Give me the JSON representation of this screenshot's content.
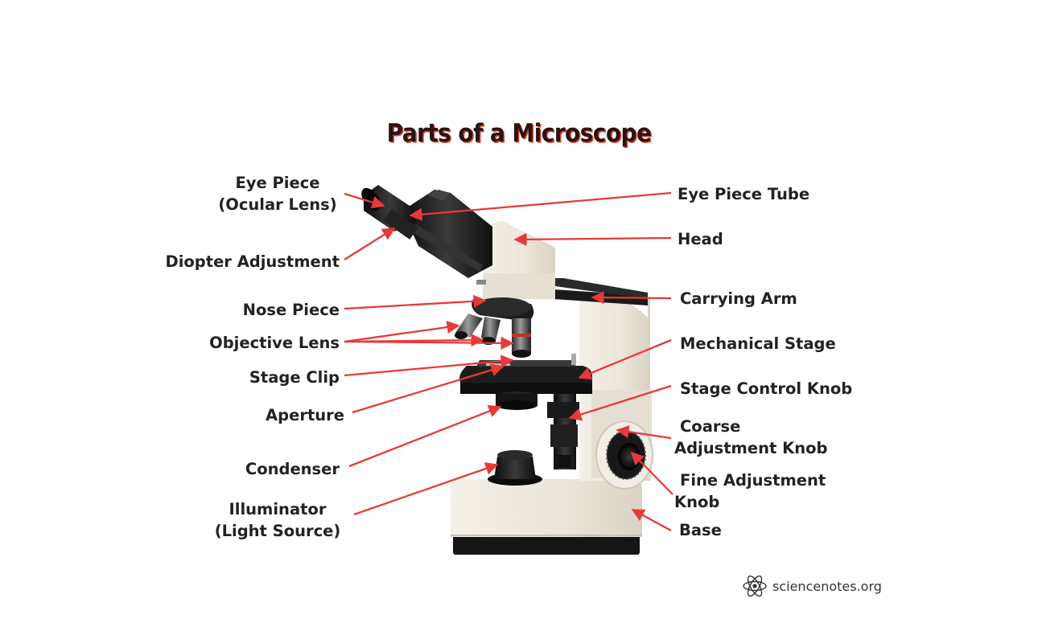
{
  "title": "Parts of a Microscope",
  "labels": {
    "eye_piece_line1": "Eye Piece",
    "eye_piece_line2": "(Ocular Lens)",
    "diopter_adjustment": "Diopter Adjustment",
    "nose_piece": "Nose Piece",
    "objective_lens": "Objective Lens",
    "stage_clip": "Stage Clip",
    "aperture": "Aperture",
    "condenser": "Condenser",
    "illuminator_line1": "Illuminator",
    "illuminator_line2": "(Light Source)",
    "eye_piece_tube": "Eye Piece Tube",
    "head": "Head",
    "carrying_arm": "Carrying Arm",
    "mechanical_stage": "Mechanical Stage",
    "stage_control_knob": "Stage Control Knob",
    "coarse_adjustment_line1": "Coarse",
    "coarse_adjustment_line2": "Adjustment Knob",
    "fine_adjustment_line1": "Fine Adjustment",
    "fine_adjustment_line2": "Knob",
    "base": "Base"
  },
  "brand": {
    "text": "sciencenotes.org",
    "icon": "atom-icon"
  },
  "colors": {
    "arrow": "#e8393a",
    "title_shadow": "#e0453c",
    "microscope_body": "#ece7dd",
    "microscope_dark": "#1c1c1c"
  }
}
